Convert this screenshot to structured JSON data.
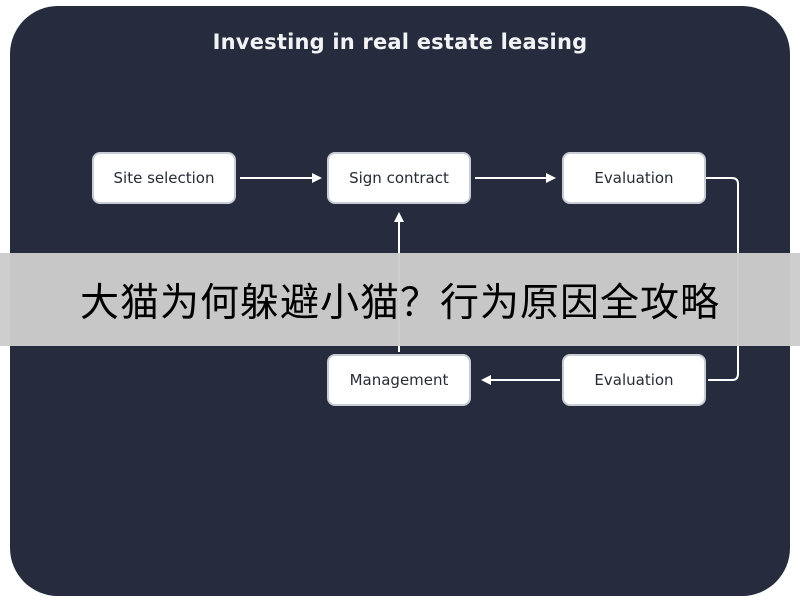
{
  "diagram": {
    "title": "Investing in real estate leasing",
    "nodes": [
      {
        "id": "site-selection",
        "label": "Site selection"
      },
      {
        "id": "sign-contract",
        "label": "Sign contract"
      },
      {
        "id": "evaluation-top",
        "label": "Evaluation"
      },
      {
        "id": "management",
        "label": "Management"
      },
      {
        "id": "evaluation-bottom",
        "label": "Evaluation"
      }
    ],
    "edges": [
      {
        "from": "site-selection",
        "to": "sign-contract"
      },
      {
        "from": "sign-contract",
        "to": "evaluation-top"
      },
      {
        "from": "evaluation-top",
        "to": "evaluation-bottom"
      },
      {
        "from": "evaluation-bottom",
        "to": "management"
      },
      {
        "from": "management",
        "to": "sign-contract"
      }
    ],
    "colors": {
      "panel": "#262c3d",
      "node_fill": "#ffffff",
      "node_border": "#c7ccd6",
      "arrow": "#ffffff",
      "banner": "#cccccc"
    }
  },
  "banner": {
    "text": "大猫为何躲避小猫？行为原因全攻略"
  }
}
